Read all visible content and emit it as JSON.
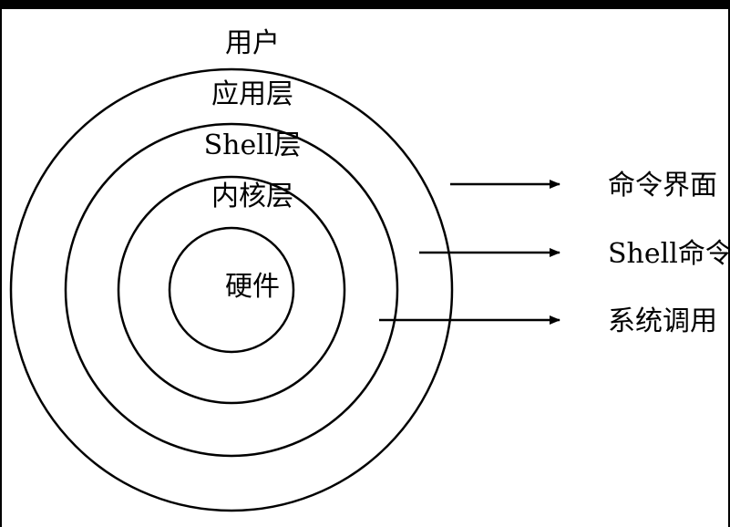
{
  "diagram": {
    "layers": {
      "user": "用户",
      "application": "应用层",
      "shell": "Shell层",
      "kernel": "内核层",
      "hardware": "硬件"
    },
    "interfaces": {
      "command_ui": "命令界面",
      "shell_command": "Shell命令",
      "system_call": "系统调用"
    },
    "colors": {
      "line": "#000000",
      "background": "#ffffff"
    }
  }
}
